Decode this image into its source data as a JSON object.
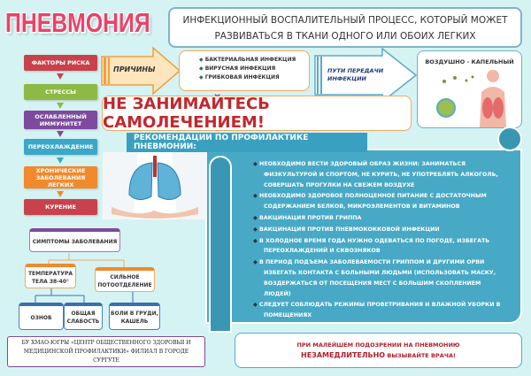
{
  "title": "ПНЕВМОНИЯ",
  "definition": [
    "ИНФЕКЦИОННЫЙ ВОСПАЛИТЕЛЬНЫЙ ПРОЦЕСС, КОТОРЫЙ МОЖЕТ",
    "РАЗВИВАТЬСЯ В ТКАНИ ОДНОГО ИЛИ ОБОИХ ЛЕГКИХ"
  ],
  "risk_factors": {
    "header": "ФАКТОРЫ РИСКА",
    "items": [
      "СТРЕССЫ",
      "ОСЛАБЛЕННЫЙ ИММУНИТЕТ",
      "ПЕРЕОХЛАЖДЕНИЕ",
      "ХРОНИЧЕСКИЕ ЗАБОЛЕВАНИЯ ЛЕГКИХ",
      "КУРЕНИЕ"
    ]
  },
  "causes": {
    "label": "ПРИЧИНЫ",
    "items": [
      "БАКТЕРИАЛЬНАЯ ИНФЕКЦИЯ",
      "ВИРУСНАЯ ИНФЕКЦИЯ",
      "ГРИБКОВАЯ ИНФЕКЦИЯ"
    ]
  },
  "transmission": {
    "label": "ПУТИ ПЕРЕДАЧИ ИНФЕКЦИИ",
    "route": "ВОЗДУШНО - КАПЕЛЬНЫЙ"
  },
  "warning": "НЕ ЗАНИМАЙТЕСЬ САМОЛЕЧЕНИЕМ!",
  "recommendations": {
    "header": "РЕКОМЕНДАЦИИ ПО ПРОФИЛАКТИКЕ ПНЕВМОНИИ:",
    "items": [
      "НЕОБХОДИМО ВЕСТИ ЗДОРОВЫЙ ОБРАЗ ЖИЗНИ: ЗАНИМАТЬСЯ ФИЗКУЛЬТУРОЙ И СПОРТОМ, НЕ КУРИТЬ, НЕ УПОТРЕБЛЯТЬ АЛКОГОЛЬ, СОВЕРШАТЬ ПРОГУЛКИ НА СВЕЖЕМ ВОЗДУХЕ",
      "НЕОБХОДИМО ЗДОРОВОЕ ПОЛНОЦЕННОЕ ПИТАНИЕ С ДОСТАТОЧНЫМ СОДЕРЖАНИЕМ БЕЛКОВ, МИКРОЭЛЕМЕНТОВ И ВИТАМИНОВ",
      "ВАКЦИНАЦИЯ ПРОТИВ ГРИППА",
      "ВАКЦИНАЦИЯ ПРОТИВ ПНЕВМОКОККОВОЙ ИНФЕКЦИИ",
      "В ХОЛОДНОЕ ВРЕМЯ ГОДА НУЖНО ОДЕВАТЬСЯ ПО ПОГОДЕ, ИЗБЕГАТЬ ПЕРЕОХЛАЖДЕНИЙ И СКВОЗНЯКОВ",
      "В ПЕРИОД ПОДЪЕМА ЗАБОЛЕВАЕМОСТИ ГРИППОМ И ДРУГИМИ ОРВИ ИЗБЕГАТЬ КОНТАКТА С БОЛЬНЫМИ ЛЮДЬМИ (ИСПОЛЬЗОВАТЬ МАСКУ, ВОЗДЕРЖАТЬСЯ ОТ ПОСЕЩЕНИЯ МЕСТ С БОЛЬШИМ СКОПЛЕНИЕМ ЛЮДЕЙ)",
      "СЛЕДУЕТ СОБЛЮДАТЬ РЕЖИМЫ ПРОВЕТРИВАНИЯ И ВЛАЖНОЙ УБОРКИ В ПОМЕЩЕНИЯХ"
    ]
  },
  "symptoms": {
    "header": "СИМПТОМЫ ЗАБОЛЕВАНИЯ",
    "temperature": "ТЕМПЕРАТУРА ТЕЛА 38-40°",
    "sweating": "СИЛЬНОЕ ПОТООТДЕЛЕНИЕ",
    "chills": "ОЗНОБ",
    "weakness": "ОБЩАЯ СЛАБОСТЬ",
    "chest_pain": "БОЛИ В ГРУДИ, КАШЕЛЬ"
  },
  "organization": "БУ ХМАО-ЮГРЫ «ЦЕНТР ОБЩЕСТВЕННОГО ЗДОРОВЬЯ И МЕДИЦИНСКОЙ ПРОФИЛАКТИКИ» ФИЛИАЛ В ГОРОДЕ СУРГУТЕ",
  "bottom_notice": {
    "text": "ПРИ МАЛЕЙШЕМ ПОДОЗРЕНИИ НА ПНЕВМОНИЮ ",
    "emphasis": "НЕЗАМЕДЛИТЕЛЬНО",
    "text2": " ВЫЗЫВАЙТЕ ВРАЧА!"
  },
  "colors": {
    "title": "#e8436a",
    "teal": "#45a8c4",
    "warning": "#c0282e"
  }
}
